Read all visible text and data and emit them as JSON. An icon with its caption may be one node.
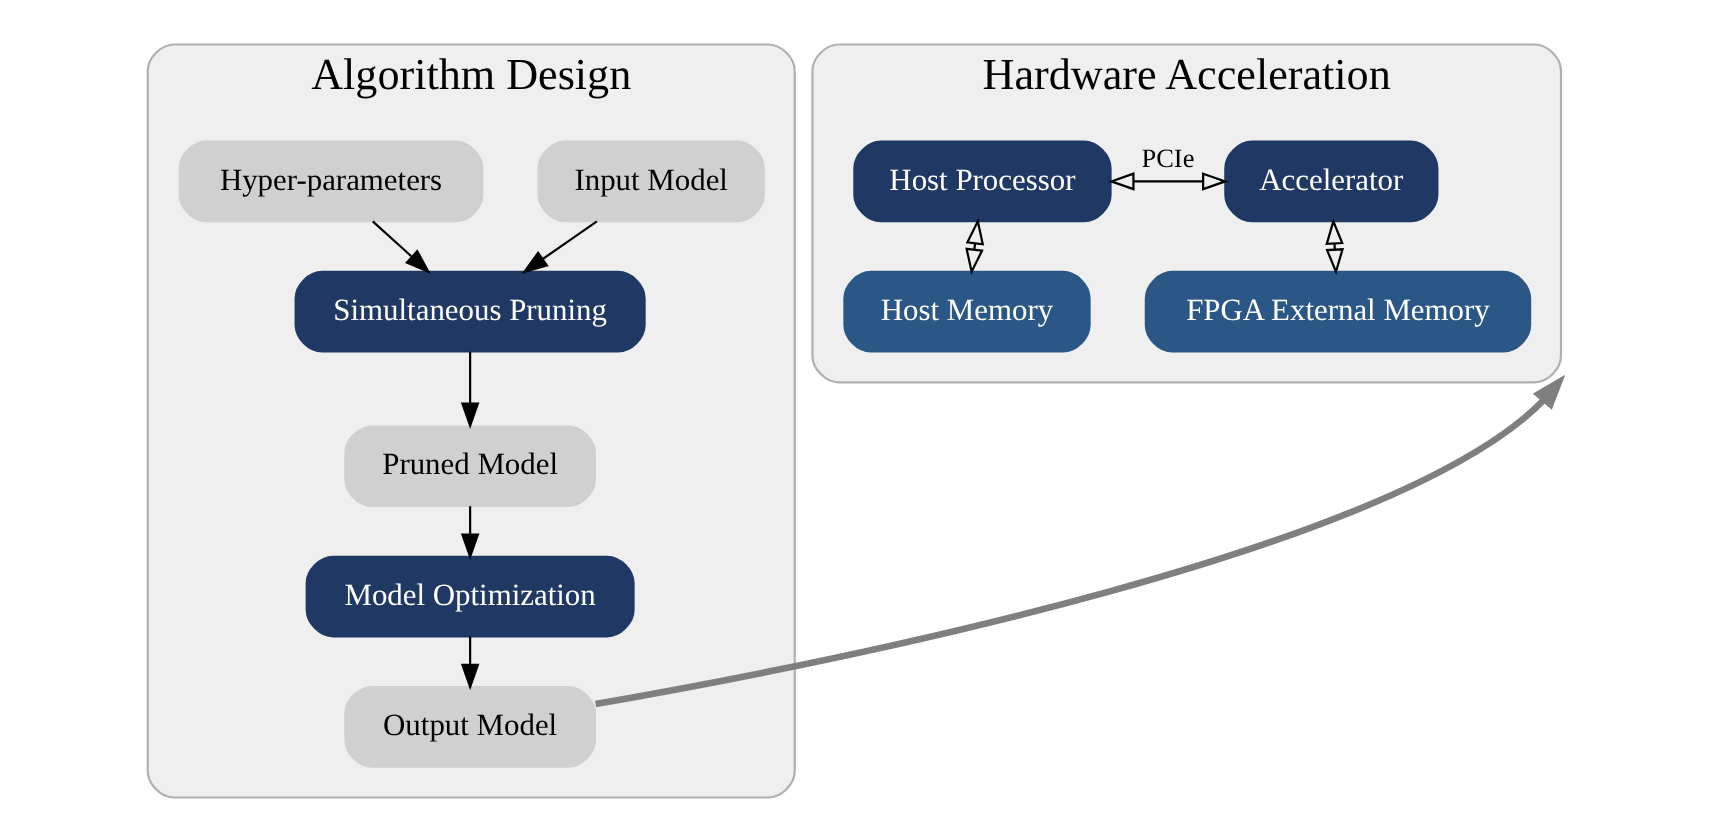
{
  "diagram": {
    "nodes": [
      {
        "text": [
          "Algorithm Design"
        ]
      },
      {
        "text": [
          "Input Model"
        ],
        "in": 0
      },
      {
        "text": [
          "Hyper-parameters"
        ],
        "in": 0
      },
      {
        "text": [
          "Simultaneous Pruning"
        ],
        "in": 0
      },
      {
        "text": [
          "Pruned Model"
        ],
        "in": 0
      },
      {
        "text": [
          "Model Optimization"
        ],
        "in": 0
      },
      {
        "text": [
          "Output Model"
        ],
        "in": 0
      },
      {
        "text": [
          "Hardware Acceleration"
        ]
      },
      {
        "text": [
          "Host Processor"
        ],
        "in": 7
      },
      {
        "text": [
          "Accelerator"
        ],
        "in": 7
      },
      {
        "text": [
          "Host Memory"
        ],
        "in": 7
      },
      {
        "text": [
          "FPGA External Memory"
        ],
        "in": 7
      }
    ],
    "edges": [
      {
        "from": 1,
        "to": 3,
        "arrow": "to"
      },
      {
        "from": 2,
        "to": 3,
        "arrow": "to"
      },
      {
        "from": 3,
        "to": 4,
        "arrow": "to"
      },
      {
        "from": 4,
        "to": 5,
        "arrow": "to"
      },
      {
        "from": 5,
        "to": 6,
        "arrow": "to"
      },
      {
        "from": 6,
        "to": 7,
        "arrow": "to",
        "style": "thick",
        "color": "#7f7f7f"
      },
      {
        "from": 8,
        "to": 9,
        "arrow": "both",
        "label": "PCIe"
      },
      {
        "from": 8,
        "to": 10,
        "arrow": "both"
      },
      {
        "from": 9,
        "to": 11,
        "arrow": "both"
      }
    ]
  }
}
